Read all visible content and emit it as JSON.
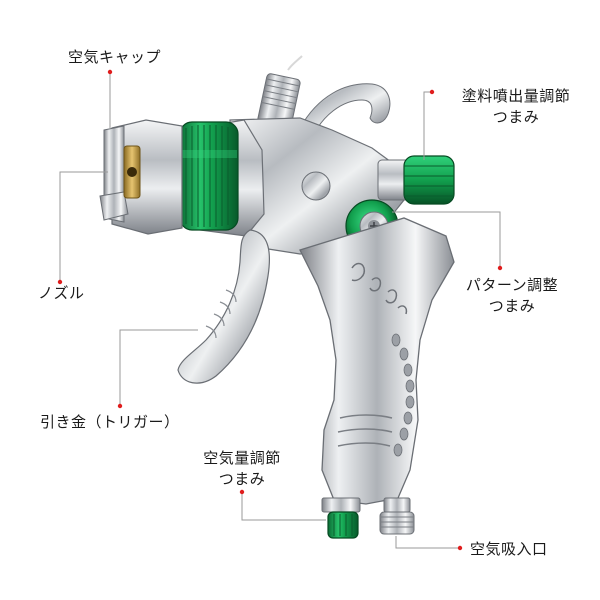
{
  "labels": {
    "air_cap": "空気キャップ",
    "fluid_knob": [
      "塗料噴出量調節",
      "つまみ"
    ],
    "nozzle": "ノズル",
    "pattern_knob": [
      "パターン調整",
      "つまみ"
    ],
    "trigger": "引き金（トリガー）",
    "air_knob": [
      "空気量調節",
      "つまみ"
    ],
    "air_inlet": "空気吸入口"
  },
  "colors": {
    "leader_line": "#9a9a9a",
    "leader_dot": "#e01d1d",
    "knob_green": "#12a04e",
    "chrome": "#c9ccd0",
    "brass": "#c9a24a"
  },
  "icons": {
    "product": "spray-gun-illustration"
  }
}
